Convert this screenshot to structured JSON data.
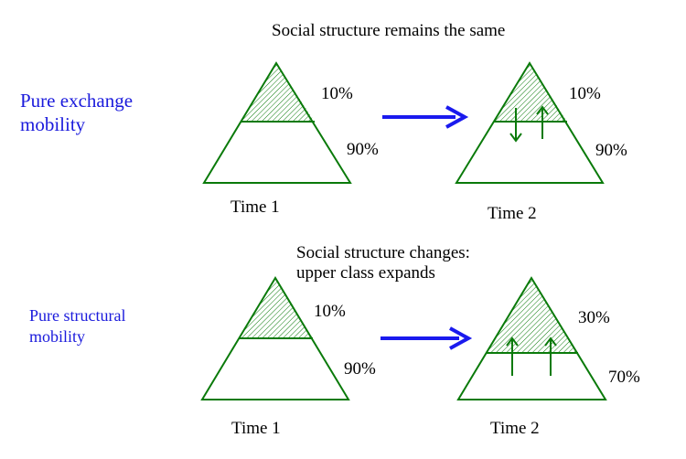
{
  "colors": {
    "triangle": "#0a7a0a",
    "arrow": "#1a1aee",
    "panel_label": "#1a1adc",
    "text": "#000000"
  },
  "panels": [
    {
      "label_lines": [
        "Pure exchange",
        "mobility"
      ],
      "heading_lines": [
        "Social structure remains the same"
      ],
      "time1": {
        "caption": "Time 1",
        "upper_pct": "10%",
        "lower_pct": "90%"
      },
      "time2": {
        "caption": "Time 2",
        "upper_pct": "10%",
        "lower_pct": "90%"
      },
      "mobility_arrows": [
        "down",
        "up"
      ]
    },
    {
      "label_lines": [
        "Pure structural",
        "mobility"
      ],
      "heading_lines": [
        "Social structure changes:",
        "upper class expands"
      ],
      "time1": {
        "caption": "Time 1",
        "upper_pct": "10%",
        "lower_pct": "90%"
      },
      "time2": {
        "caption": "Time 2",
        "upper_pct": "30%",
        "lower_pct": "70%"
      },
      "mobility_arrows": [
        "up",
        "up"
      ]
    }
  ]
}
